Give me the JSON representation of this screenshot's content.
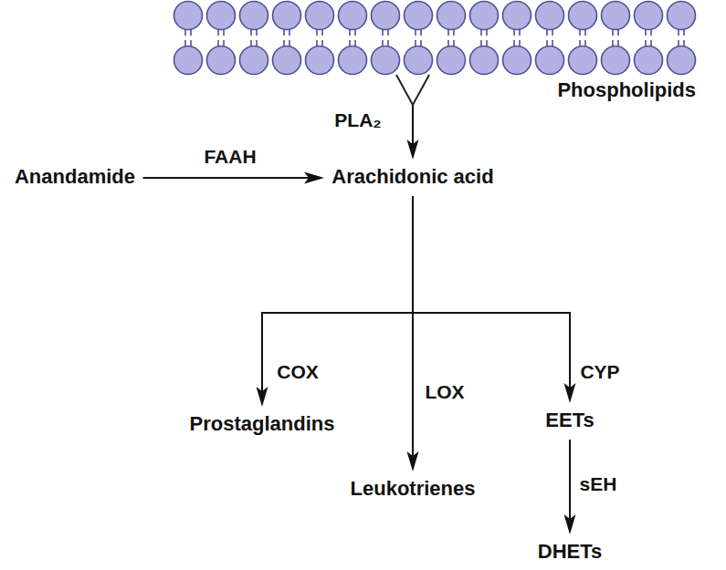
{
  "diagram": {
    "nodes": [
      {
        "text": [
          "Phospholipids"
        ]
      },
      {
        "text": [
          "Anandamide"
        ]
      },
      {
        "text": [
          "Arachidonic acid"
        ]
      },
      {
        "text": [
          "Prostaglandins"
        ]
      },
      {
        "text": [
          "Leukotrienes"
        ]
      },
      {
        "text": [
          "EETs"
        ]
      },
      {
        "text": [
          "DHETs"
        ]
      }
    ],
    "edges": [
      {
        "from": 0,
        "to": 2,
        "label": "PLA₂",
        "arrow": "to"
      },
      {
        "from": 1,
        "to": 2,
        "label": "FAAH",
        "arrow": "to"
      },
      {
        "from": 2,
        "to": 3,
        "label": "COX",
        "arrow": "to"
      },
      {
        "from": 2,
        "to": 4,
        "label": "LOX",
        "arrow": "to"
      },
      {
        "from": 2,
        "to": 5,
        "label": "CYP",
        "arrow": "to"
      },
      {
        "from": 5,
        "to": 6,
        "label": "sEH",
        "arrow": "to"
      }
    ]
  }
}
